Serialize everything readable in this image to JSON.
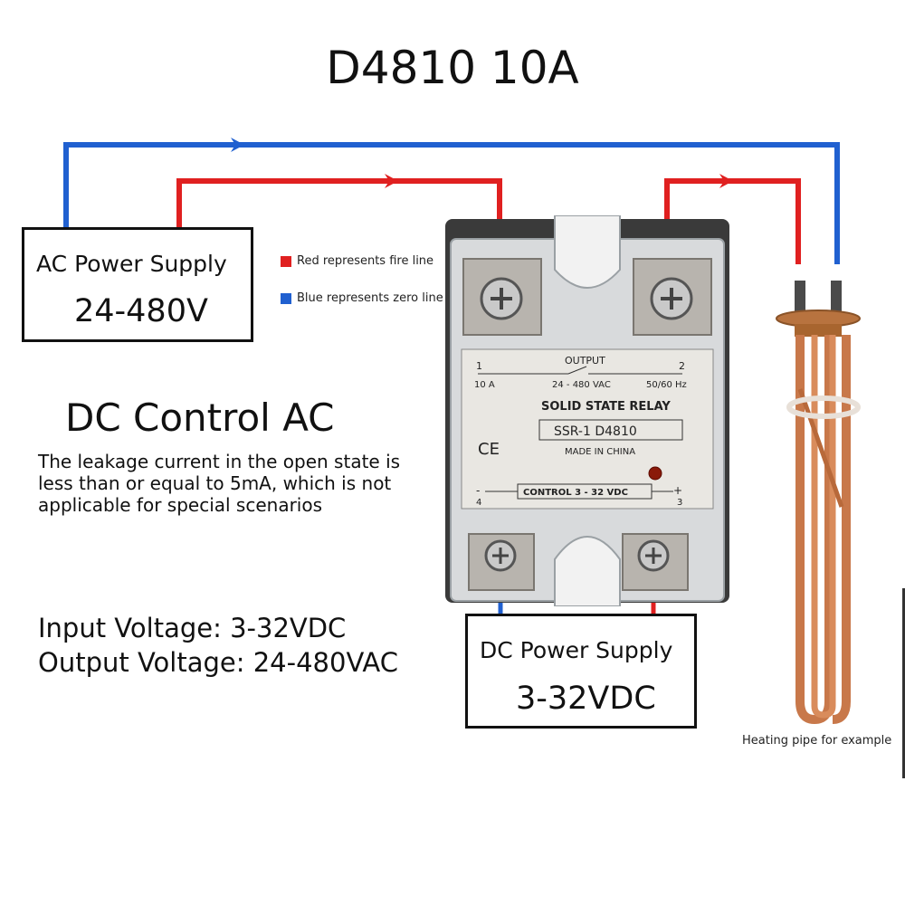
{
  "title": "D4810 10A",
  "ac_supply": {
    "label": "AC Power Supply",
    "voltage": "24-480V"
  },
  "legend": [
    {
      "color": "#e02020",
      "text": "Red represents fire line"
    },
    {
      "color": "#2060d0",
      "text": "Blue represents zero line"
    }
  ],
  "heading": "DC Control AC",
  "description": "The leakage current in the open state is less than or equal to 5mA, which is not applicable for special scenarios",
  "specs": [
    "Input Voltage: 3-32VDC",
    "Output Voltage: 24-480VAC"
  ],
  "dc_supply": {
    "label": "DC Power Supply",
    "voltage": "3-32VDC"
  },
  "relay": {
    "output_label": "OUTPUT",
    "terminal_1": "1",
    "terminal_2": "2",
    "current": "10 A",
    "voltage": "24 - 480  VAC",
    "frequency": "50/60 Hz",
    "name": "SOLID STATE RELAY",
    "model": "SSR-1  D4810",
    "origin": "MADE IN CHINA",
    "ce_mark": "CE",
    "control": "CONTROL 3 - 32 VDC",
    "terminal_4": "4",
    "terminal_3": "3",
    "minus": "-",
    "plus": "+"
  },
  "caption": "Heating pipe for example",
  "colors": {
    "fire_line": "#e02020",
    "zero_line": "#2060d0",
    "copper": "#c8784a"
  }
}
